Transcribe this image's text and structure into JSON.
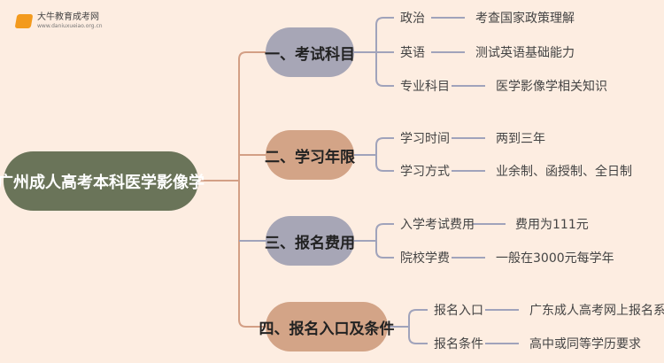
{
  "logo": {
    "name": "大牛教育成考网",
    "url": "www.daniuxueiao.org.cn"
  },
  "root": "广州成人高考本科医学影像学",
  "branches": [
    {
      "label": "一、考试科目",
      "items": [
        {
          "k": "政治",
          "v": "考查国家政策理解"
        },
        {
          "k": "英语",
          "v": "测试英语基础能力"
        },
        {
          "k": "专业科目",
          "v": "医学影像学相关知识"
        }
      ]
    },
    {
      "label": "二、学习年限",
      "items": [
        {
          "k": "学习时间",
          "v": "两到三年"
        },
        {
          "k": "学习方式",
          "v": "业余制、函授制、全日制"
        }
      ]
    },
    {
      "label": "三、报名费用",
      "items": [
        {
          "k": "入学考试费用",
          "v": "费用为111元"
        },
        {
          "k": "院校学费",
          "v": "一般在3000元每学年"
        }
      ]
    },
    {
      "label": "四、报名入口及条件",
      "items": [
        {
          "k": "报名入口",
          "v": "广东成人高考网上报名系统"
        },
        {
          "k": "报名条件",
          "v": "高中或同等学历要求"
        }
      ]
    }
  ],
  "colors": {
    "background": "#fdede1",
    "root": "#6a7459",
    "grey": "#a7a6b6",
    "tan": "#d3a487",
    "line_grey": "#a0a3bb",
    "line_tan": "#d39f85"
  }
}
